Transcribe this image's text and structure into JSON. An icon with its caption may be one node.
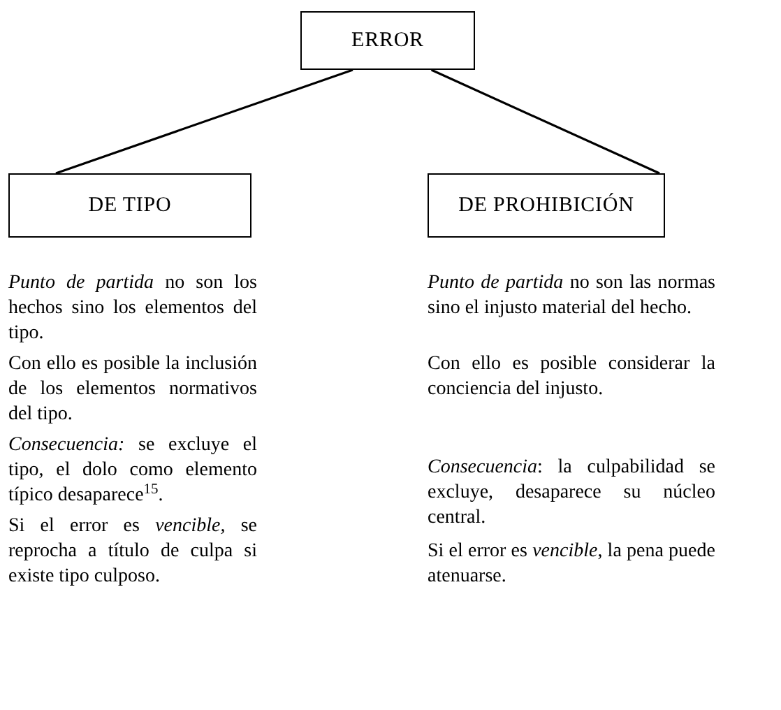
{
  "diagram": {
    "nodes": [
      {
        "text": [
          "ERROR"
        ]
      },
      {
        "text": [
          "DE TIPO"
        ]
      },
      {
        "text": [
          "DE PROHIBICIÓN"
        ]
      }
    ],
    "edges": [
      {
        "from": 0,
        "to": 1,
        "arrow": "none"
      },
      {
        "from": 0,
        "to": 2,
        "arrow": "none"
      }
    ],
    "labels": [
      "*Punto de partida* no son los hechos sino los elementos del tipo.",
      "*Punto de partida* no son las normas sino el injusto material del hecho.",
      "Con ello es posible la inclusión de los elementos normativos del tipo.",
      "Con ello es posible considerar la conciencia del injusto.",
      "*Consecuencia:* se excluye el tipo, el dolo como elemento típico desaparece$^{15}$.",
      "*Consecuencia*: la culpabilidad se excluye, desaparece su núcleo central.",
      "Si el error es *vencible,* se reprocha a título de culpa si existe tipo culposo.",
      "Si el error es *vencible*, la pena puede atenuarse."
    ]
  }
}
